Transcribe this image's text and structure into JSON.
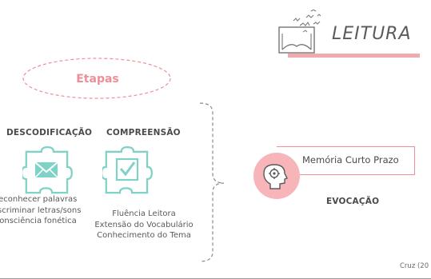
{
  "title": "LEITURA",
  "etapas_label": "Etapas",
  "columns": [
    {
      "heading": "DESCODIFICAÇÃO",
      "icon": "envelope-icon",
      "items": [
        "Reconhecer palavras",
        "Discriminar letras/sons",
        "Consciência fonética"
      ]
    },
    {
      "heading": "COMPREENSÃO",
      "icon": "checkbox-icon",
      "items": [
        "Fluência Leitora",
        "Extensão do Vocabulário",
        "Conhecimento do Tema"
      ]
    }
  ],
  "memory_label": "Memória Curto Prazo",
  "evocacao_label": "EVOCAÇÃO",
  "citation": "Cruz (20",
  "colors": {
    "accent_pink": "#ee8f97",
    "light_pink": "#f2a9ae",
    "puzzle_teal": "#7fd3c6",
    "text_gray": "#5a5a5a"
  }
}
